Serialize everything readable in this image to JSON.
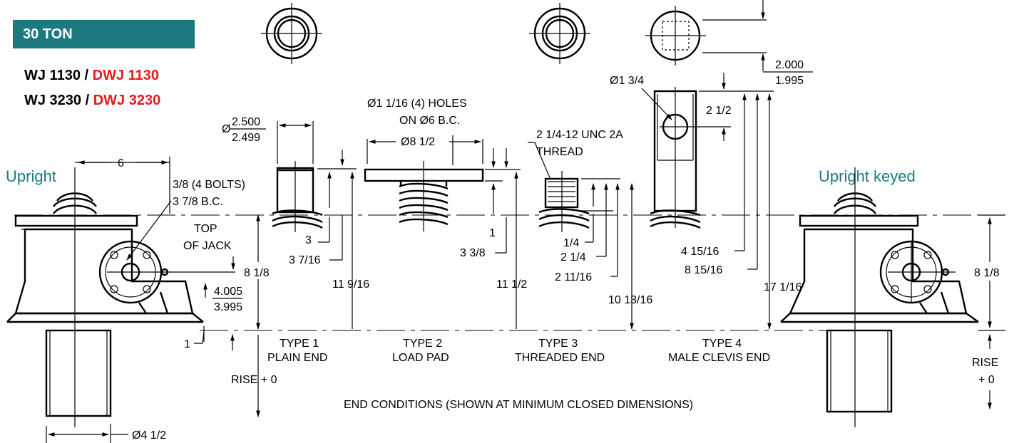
{
  "header": {
    "capacity": "30 TON",
    "models": [
      {
        "std": "WJ 1130 / ",
        "dual": "DWJ 1130"
      },
      {
        "std": "WJ 3230 / ",
        "dual": "DWJ 3230"
      }
    ]
  },
  "left_view": {
    "title": "Upright",
    "dim_width": "6",
    "bolts": "3/8 (4 BOLTS)",
    "bolt_circle": "3 7/8 B.C.",
    "top_label_1": "TOP",
    "top_label_2": "OF JACK",
    "height": "8 1/8",
    "shaft_top": "4.005",
    "shaft_bottom": "3.995",
    "base": "1",
    "rise": "RISE + 0",
    "dia": "Ø4 1/2"
  },
  "right_view": {
    "title": "Upright keyed",
    "height": "8 1/8",
    "rise_1": "RISE",
    "rise_2": "+ 0"
  },
  "types": {
    "t1": {
      "name": "TYPE 1",
      "desc": "PLAIN END",
      "dia_sym": "Ø",
      "dia_top": "2.500",
      "dia_bottom": "2.499",
      "d1": "3",
      "d2": "3 7/16",
      "d3": "11 9/16"
    },
    "t2": {
      "name": "TYPE 2",
      "desc": "LOAD PAD",
      "holes_1": "Ø1 1/16 (4) HOLES",
      "holes_2": "ON Ø6 B.C.",
      "pad": "Ø8 1/2",
      "d1": "1",
      "d2": "3 3/8",
      "d3": "11 1/2"
    },
    "t3": {
      "name": "TYPE 3",
      "desc": "THREADED END",
      "thread_1": "2 1/4-12 UNC 2A",
      "thread_2": "THREAD",
      "d1": "1/4",
      "d2": "2 1/4",
      "d3": "2 11/16",
      "d4": "10 13/16"
    },
    "t4": {
      "name": "TYPE 4",
      "desc": "MALE CLEVIS END",
      "pin": "Ø1 3/4",
      "slot_top": "2.000",
      "slot_bottom": "1.995",
      "d1": "2 1/2",
      "d2": "4 15/16",
      "d3": "8 15/16",
      "d4": "17 1/16"
    }
  },
  "footer": {
    "caption": "END CONDITIONS (SHOWN AT MINIMUM CLOSED DIMENSIONS)"
  },
  "colors": {
    "banner": "#1a7a80",
    "accent_red": "#e31b1b",
    "title_teal": "#1a7a80"
  }
}
